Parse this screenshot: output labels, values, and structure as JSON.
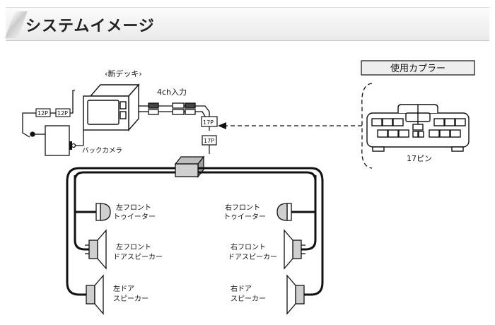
{
  "header": {
    "title": "システムイメージ"
  },
  "deck": {
    "label": "‹新デッキ›"
  },
  "input": {
    "label": "4ch入力"
  },
  "connectors": {
    "twelve_p_a": "12P",
    "twelve_p_b": "12P",
    "seventeen_p_a": "17P",
    "seventeen_p_b": "17P"
  },
  "camera": {
    "label": "バックカメラ"
  },
  "coupler": {
    "title": "使用カプラー",
    "pins": "17ピン"
  },
  "speakers": {
    "left_tweeter": [
      "左フロント",
      "トゥイーター"
    ],
    "right_tweeter": [
      "右フロント",
      "トゥイーター"
    ],
    "left_front_door": [
      "左フロント",
      "ドアスピーカー"
    ],
    "right_front_door": [
      "右フロント",
      "ドアスピーカー"
    ],
    "left_door": [
      "左ドア",
      "スピーカー"
    ],
    "right_door": [
      "右ドア",
      "スピーカー"
    ]
  },
  "colors": {
    "line": "#111111",
    "connector_fill": "#ffffff",
    "gray": "#bdbdbd"
  }
}
